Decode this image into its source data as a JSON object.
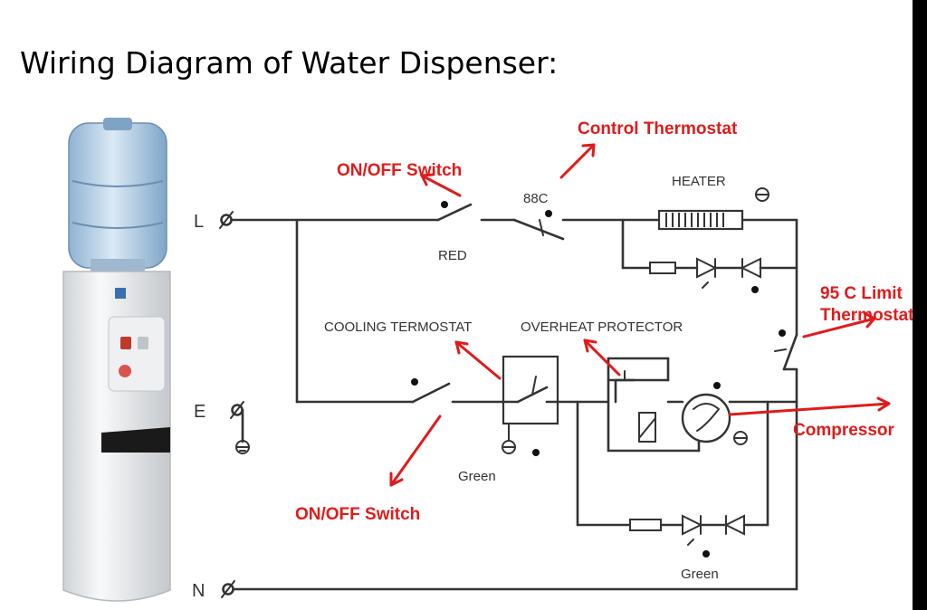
{
  "title": "Wiring Diagram of Water Dispenser:",
  "terminals": {
    "line": "L",
    "earth": "E",
    "neutral": "N"
  },
  "component_labels": {
    "heater": "HEATER",
    "thermostat_88c": "88C",
    "red": "RED",
    "cooling_thermostat": "COOLING TERMOSTAT",
    "overheat_protector": "OVERHEAT PROTECTOR",
    "green_1": "Green",
    "green_2": "Green"
  },
  "annotations": {
    "onoff_switch_top": "ON/OFF Switch",
    "control_thermostat": "Control Thermostat",
    "limit_thermostat_line1": "95 C Limit",
    "limit_thermostat_line2": "Thermostat",
    "compressor": "Compressor",
    "onoff_switch_bottom": "ON/OFF Switch"
  },
  "colors": {
    "annotation": "#e01b1b",
    "wire": "#333333",
    "background": "#ffffff"
  },
  "icons": [
    "water-dispenser-illustration",
    "earth-ground-icon",
    "heater-coil-icon",
    "compressor-motor-icon",
    "diode-icon",
    "resistor-icon"
  ]
}
